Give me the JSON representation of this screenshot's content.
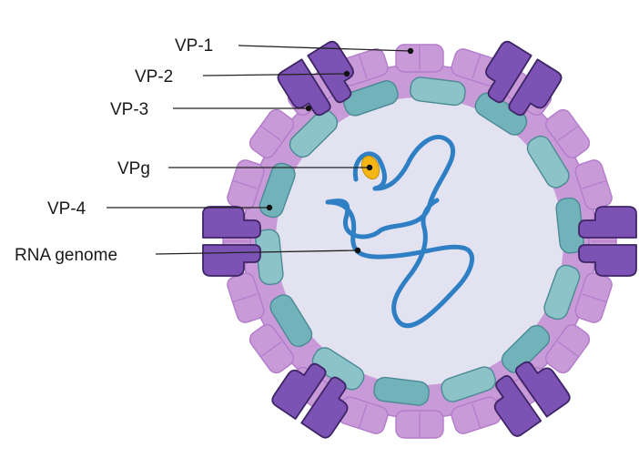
{
  "labels": {
    "vp1": "VP-1",
    "vp2": "VP-2",
    "vp3": "VP-3",
    "vpg": "VPg",
    "vp4": "VP-4",
    "rna": "RNA genome"
  },
  "colors": {
    "interior": "#e3e2f1",
    "vp1_light": "#c89ad8",
    "vp1_stroke": "#b37ccb",
    "vp2_dark": "#7c52b4",
    "vp2_stroke": "#3e2566",
    "vp3_teal": "#72b2ba",
    "vp3_stroke": "#4a8a93",
    "vp4_teal": "#8cc3c9",
    "rna": "#2e7fc4",
    "vpg": "#f3b614",
    "line": "#222222"
  }
}
